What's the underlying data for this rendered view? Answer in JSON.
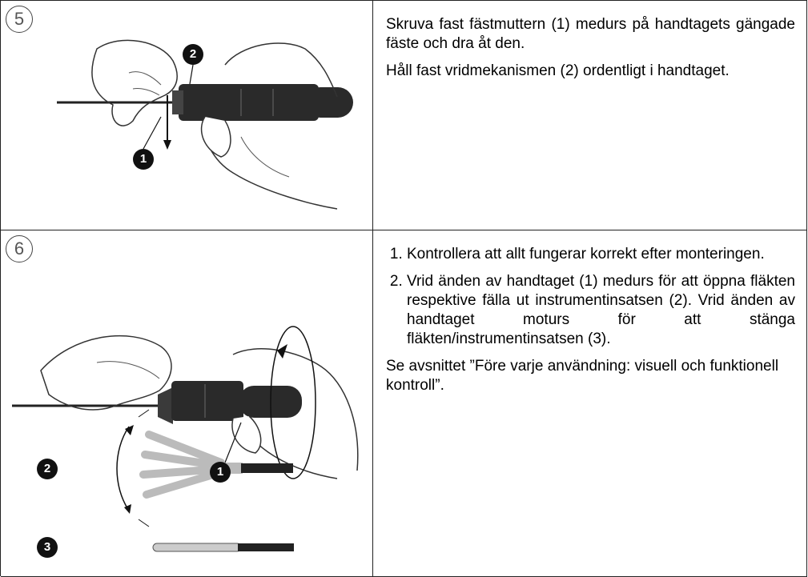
{
  "steps": [
    {
      "number": "5",
      "paragraphs": [
        "Skruva fast fästmuttern (1) medurs på handtagets gängade fäste och dra åt den.",
        "Håll fast vridmekanismen (2) ordentligt i handtaget."
      ],
      "figure_labels": [
        "1",
        "2"
      ]
    },
    {
      "number": "6",
      "list": [
        "Kontrollera att allt fungerar korrekt efter monteringen.",
        "Vrid änden av handtaget (1) medurs för att öppna fläkten respektive fälla ut instrumentinsatsen (2). Vrid änden av handtaget moturs för att stänga fläkten/instrumentinsatsen (3)."
      ],
      "note": "Se avsnittet ”Före varje användning: visuell och funktionell kontroll”.",
      "figure_labels": [
        "1",
        "2",
        "3"
      ]
    }
  ]
}
